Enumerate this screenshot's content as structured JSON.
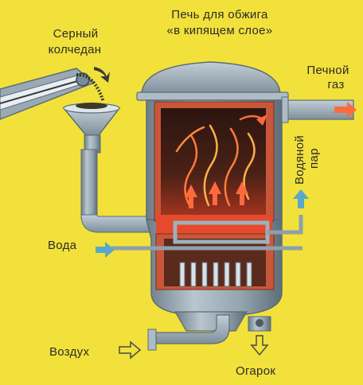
{
  "title": {
    "line1": "Печь для обжига",
    "line2": "«в кипящем слое»"
  },
  "labels": {
    "pyrite_line1": "Серный",
    "pyrite_line2": "колчедан",
    "furnace_gas_line1": "Печной",
    "furnace_gas_line2": "газ",
    "steam_line1": "Водяной",
    "steam_line2": "пар",
    "water": "Вода",
    "air": "Воздух",
    "cinder": "Огарок"
  },
  "colors": {
    "background": "#f2e13a",
    "metal": "#8ea0ac",
    "metal_dark": "#5b6b76",
    "firebrick": "#c8573a",
    "fire_core": "#3a1a10",
    "arrow_blue": "#5aa7c8",
    "arrow_fire": "#ff6a3d"
  }
}
